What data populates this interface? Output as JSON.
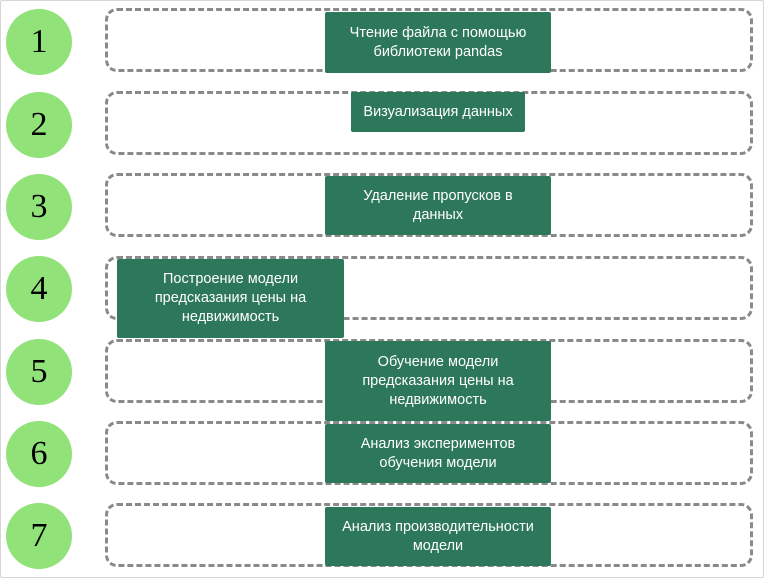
{
  "colors": {
    "circle": "#92e27a",
    "box": "#2d775b",
    "box_text": "#ffffff",
    "lane_border": "#8a8a8a"
  },
  "steps": [
    {
      "number": "1",
      "label": "Чтение файла с помощью\nбиблиотеки pandas"
    },
    {
      "number": "2",
      "label": "Визуализация данных"
    },
    {
      "number": "3",
      "label": "Удаление пропусков в\nданных"
    },
    {
      "number": "4",
      "label": "Построение модели\nпредсказания цены на\nнедвижимость"
    },
    {
      "number": "5",
      "label": "Обучение модели\nпредсказания цены на\nнедвижимость"
    },
    {
      "number": "6",
      "label": "Анализ экспериментов\nобучения модели"
    },
    {
      "number": "7",
      "label": "Анализ производительности\nмодели"
    }
  ]
}
